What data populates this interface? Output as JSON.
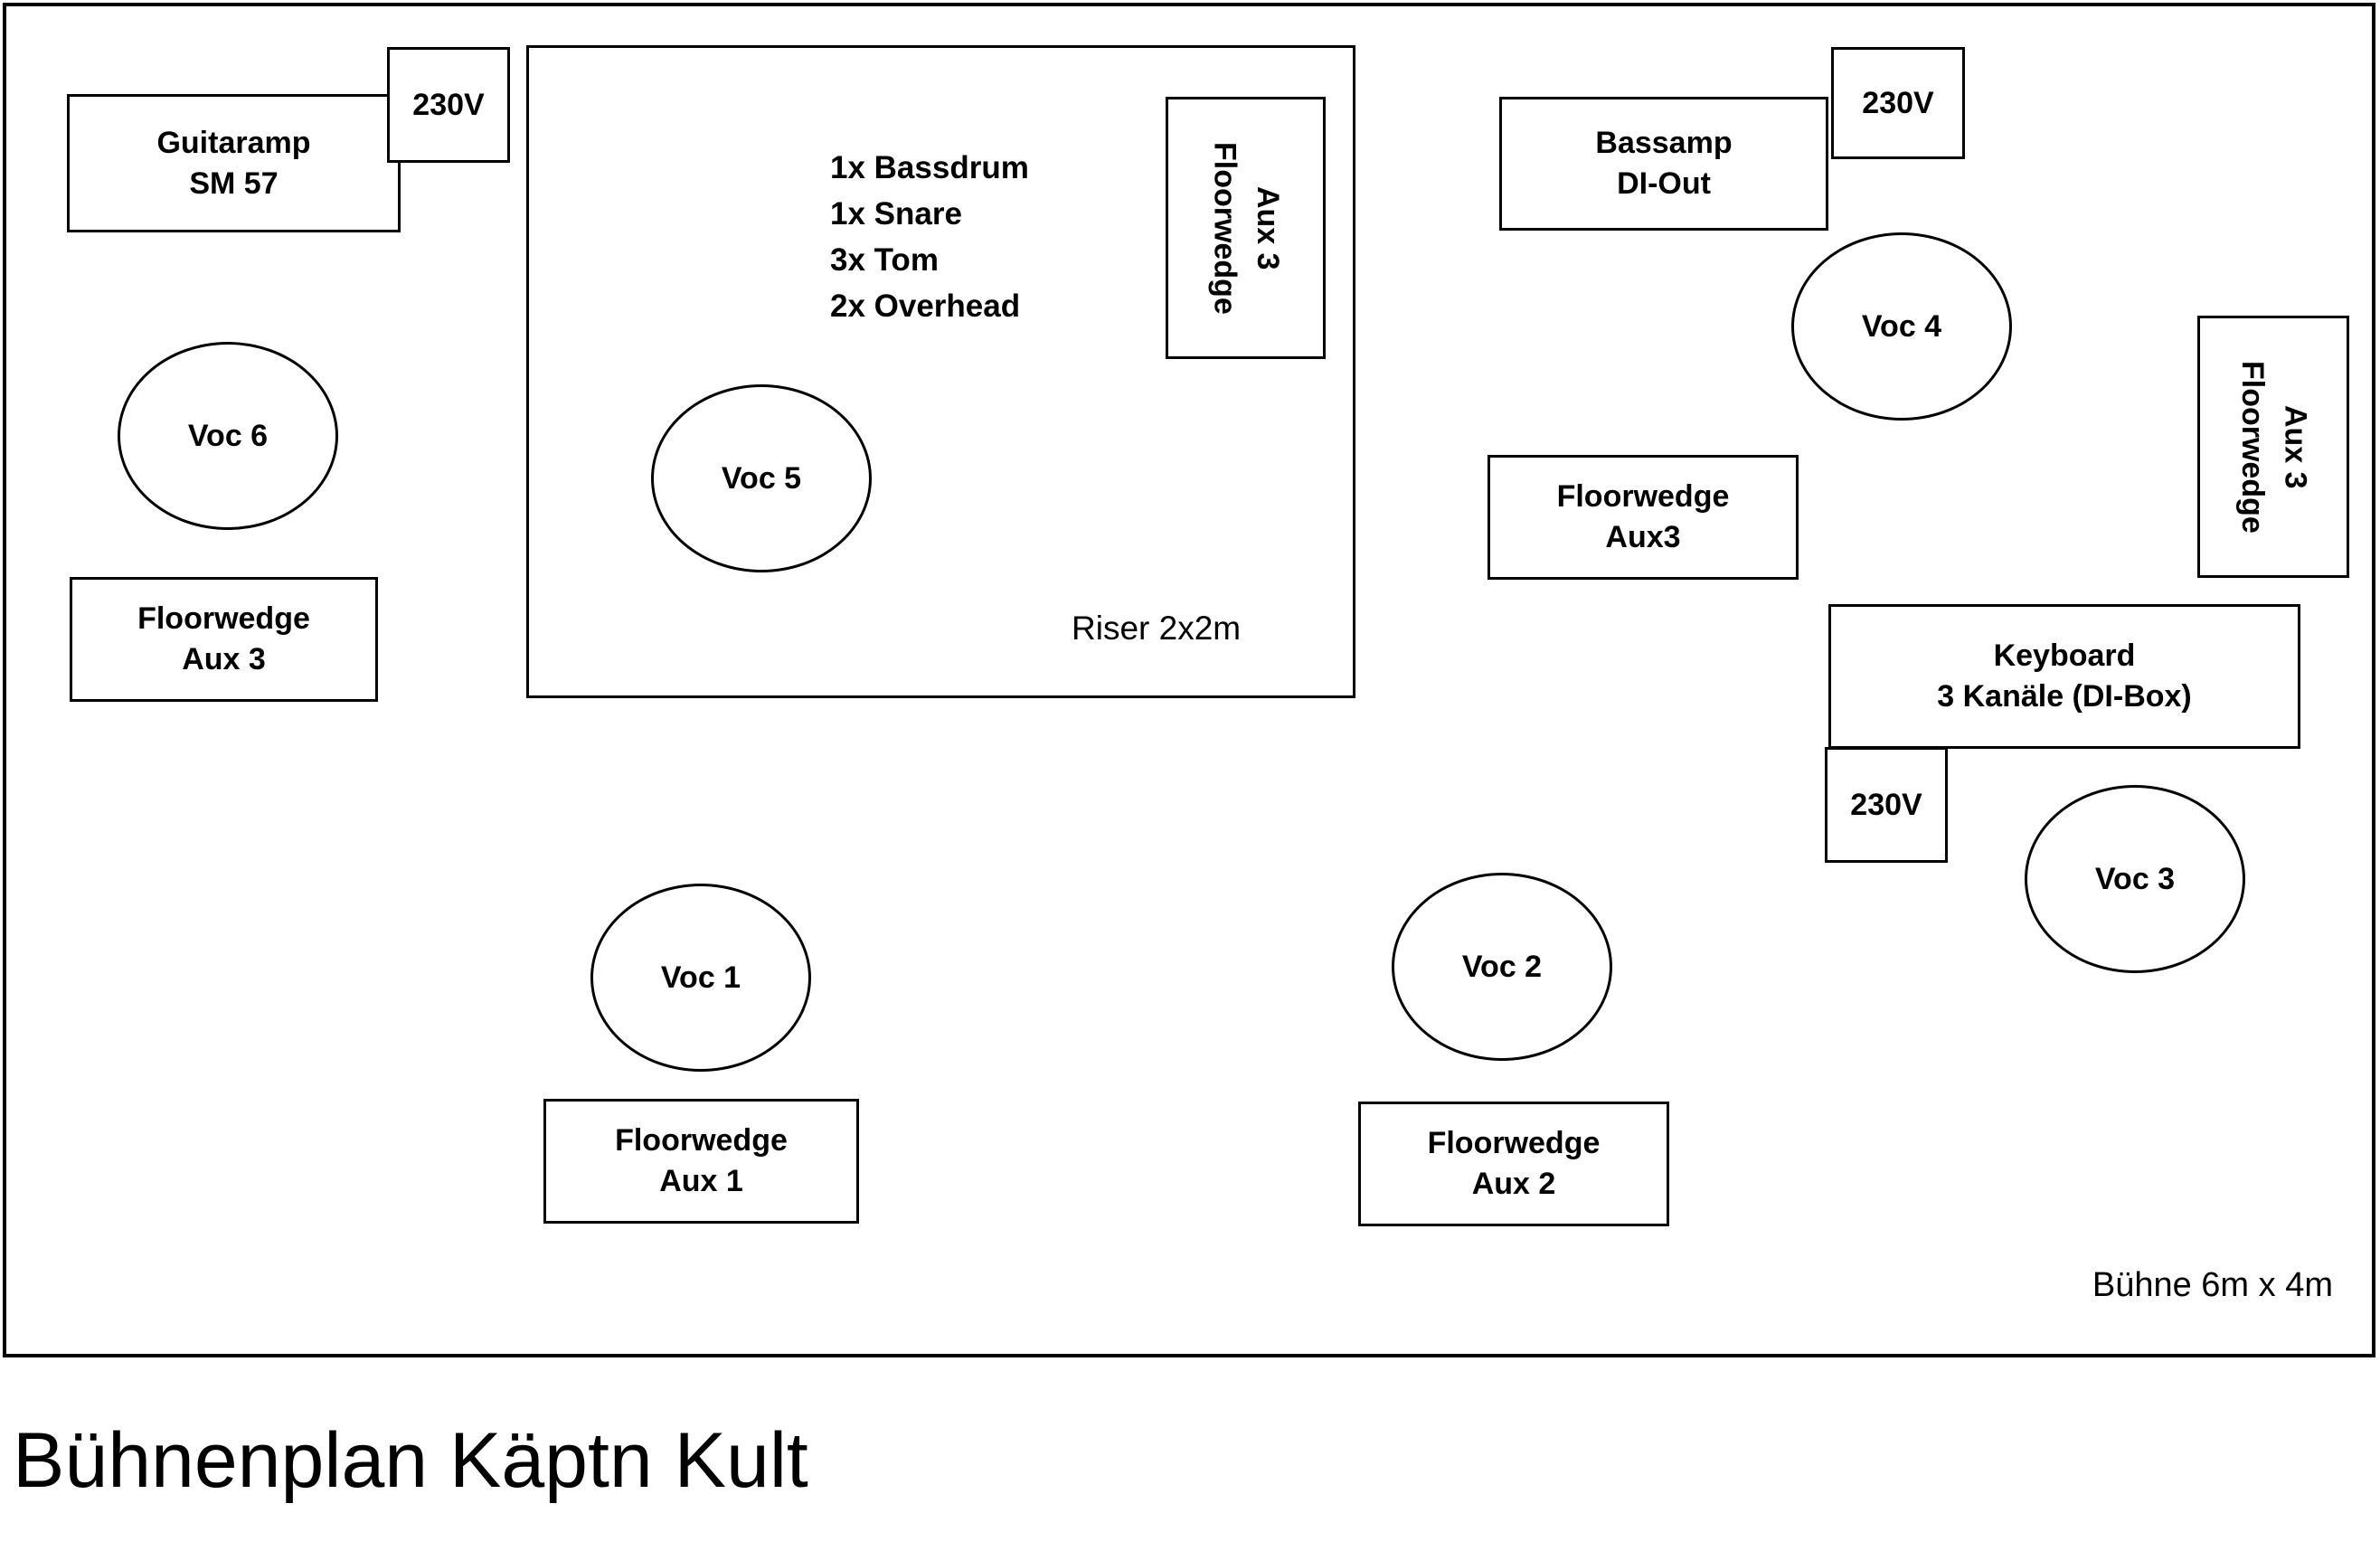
{
  "title": "Bühnenplan Käptn Kult",
  "stage": {
    "size_label": "Bühne 6m x 4m",
    "power_label": "230V"
  },
  "amps": {
    "guitaramp": {
      "line1": "Guitaramp",
      "line2": "SM 57"
    },
    "bassamp": {
      "line1": "Bassamp",
      "line2": "DI-Out"
    },
    "keyboard": {
      "line1": "Keyboard",
      "line2": "3 Kanäle (DI-Box)"
    }
  },
  "riser": {
    "label": "Riser 2x2m",
    "drums": [
      "1x Bassdrum",
      "1x Snare",
      "3x Tom",
      "2x Overhead"
    ]
  },
  "vocals": {
    "voc1": "Voc 1",
    "voc2": "Voc 2",
    "voc3": "Voc 3",
    "voc4": "Voc 4",
    "voc5": "Voc 5",
    "voc6": "Voc 6"
  },
  "monitors": {
    "left_aux3": {
      "line1": "Floorwedge",
      "line2": "Aux 3"
    },
    "aux1": {
      "line1": "Floorwedge",
      "line2": "Aux 1"
    },
    "aux2": {
      "line1": "Floorwedge",
      "line2": "Aux 2"
    },
    "mid_aux3": {
      "line1": "Floorwedge",
      "line2": "Aux3"
    },
    "riser_aux3": {
      "line1": "Floorwedge",
      "line2": "Aux 3"
    },
    "right_aux3": {
      "line1": "Floorwedge",
      "line2": "Aux 3"
    }
  },
  "colors": {
    "ink": "#000000",
    "background": "#ffffff"
  }
}
